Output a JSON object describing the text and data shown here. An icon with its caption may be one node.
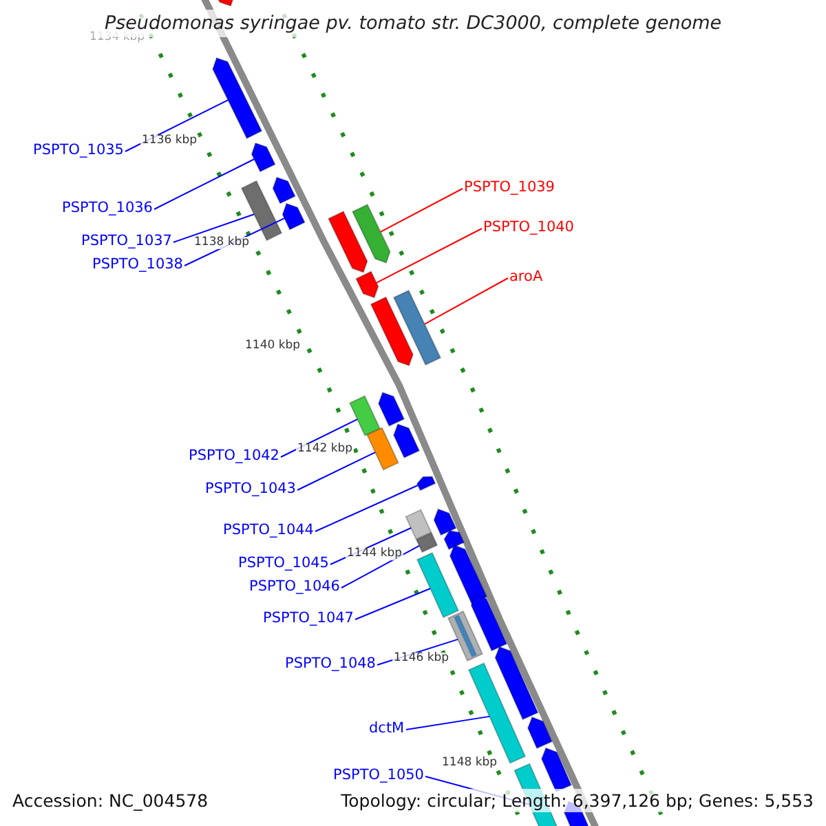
{
  "diagram": {
    "title": "Pseudomonas syringae pv. tomato str. DC3000, complete genome",
    "nodes": [
      {
        "text": [
          "PSPTO_1035"
        ]
      },
      {
        "text": [],
        "shape": "arrow"
      },
      {
        "text": [
          "PSPTO_1036"
        ]
      },
      {
        "text": [],
        "shape": "arrow"
      },
      {
        "text": [
          "PSPTO_1037"
        ]
      },
      {
        "text": [],
        "shape": "bar"
      },
      {
        "text": [
          "PSPTO_1038"
        ]
      },
      {
        "text": [],
        "shape": "arrow"
      },
      {
        "text": [
          "PSPTO_1039"
        ]
      },
      {
        "text": [],
        "shape": "arrow"
      },
      {
        "text": [
          "PSPTO_1040"
        ]
      },
      {
        "text": [],
        "shape": "arrow"
      },
      {
        "text": [
          "aroA"
        ]
      },
      {
        "text": [],
        "shape": "bar"
      },
      {
        "text": [
          "PSPTO_1042"
        ]
      },
      {
        "text": [],
        "shape": "bar"
      },
      {
        "text": [
          "PSPTO_1043"
        ]
      },
      {
        "text": [],
        "shape": "bar"
      },
      {
        "text": [
          "PSPTO_1044"
        ]
      },
      {
        "text": [],
        "shape": "arrow"
      },
      {
        "text": [
          "PSPTO_1045"
        ]
      },
      {
        "text": [],
        "shape": "bar"
      },
      {
        "text": [
          "PSPTO_1046"
        ]
      },
      {
        "text": [],
        "shape": "bar"
      },
      {
        "text": [
          "PSPTO_1047"
        ]
      },
      {
        "text": [],
        "shape": "bar"
      },
      {
        "text": [
          "PSPTO_1048"
        ]
      },
      {
        "text": [],
        "shape": "bar"
      },
      {
        "text": [
          "dctM"
        ]
      },
      {
        "text": [],
        "shape": "bar"
      },
      {
        "text": [
          "PSPTO_1050"
        ]
      },
      {
        "text": [],
        "shape": "bar"
      },
      {
        "text": [],
        "shape": "arrow"
      },
      {
        "text": [],
        "shape": "arrow"
      },
      {
        "text": [],
        "shape": "arrow"
      },
      {
        "text": [],
        "shape": "arrow"
      },
      {
        "text": [],
        "shape": "arrow"
      },
      {
        "text": [],
        "shape": "arrow"
      },
      {
        "text": [],
        "shape": "arrow"
      },
      {
        "text": [],
        "shape": "arrow"
      },
      {
        "text": [],
        "shape": "arrow"
      },
      {
        "text": [],
        "shape": "arrow"
      },
      {
        "text": [],
        "shape": "arrow"
      },
      {
        "text": [],
        "shape": "arrow"
      },
      {
        "text": [],
        "shape": "arrow"
      },
      {
        "text": [],
        "shape": "arrow"
      }
    ],
    "edges": [
      {
        "from": 0,
        "to": 1,
        "arrow": "none"
      },
      {
        "from": 2,
        "to": 3,
        "arrow": "none"
      },
      {
        "from": 4,
        "to": 5,
        "arrow": "none"
      },
      {
        "from": 6,
        "to": 7,
        "arrow": "none"
      },
      {
        "from": 8,
        "to": 9,
        "arrow": "none",
        "color": "#ff0000"
      },
      {
        "from": 10,
        "to": 11,
        "arrow": "none",
        "color": "#ff0000"
      },
      {
        "from": 12,
        "to": 13,
        "arrow": "none",
        "color": "#ff0000"
      },
      {
        "from": 14,
        "to": 15,
        "arrow": "none"
      },
      {
        "from": 16,
        "to": 17,
        "arrow": "none"
      },
      {
        "from": 18,
        "to": 19,
        "arrow": "none"
      },
      {
        "from": 20,
        "to": 21,
        "arrow": "none"
      },
      {
        "from": 22,
        "to": 23,
        "arrow": "none"
      },
      {
        "from": 24,
        "to": 25,
        "arrow": "none"
      },
      {
        "from": 26,
        "to": 27,
        "arrow": "none"
      },
      {
        "from": 28,
        "to": 29,
        "arrow": "none"
      },
      {
        "from": 30,
        "to": 31,
        "arrow": "none"
      }
    ],
    "labels": [
      "1134 kbp",
      "1136 kbp",
      "1138 kbp",
      "1140 kbp",
      "1142 kbp",
      "1144 kbp",
      "1146 kbp",
      "1148 kbp",
      "Accession: NC_004578",
      "Topology: circular; Length: 6,397,126 bp; Genes: 5,553"
    ]
  }
}
